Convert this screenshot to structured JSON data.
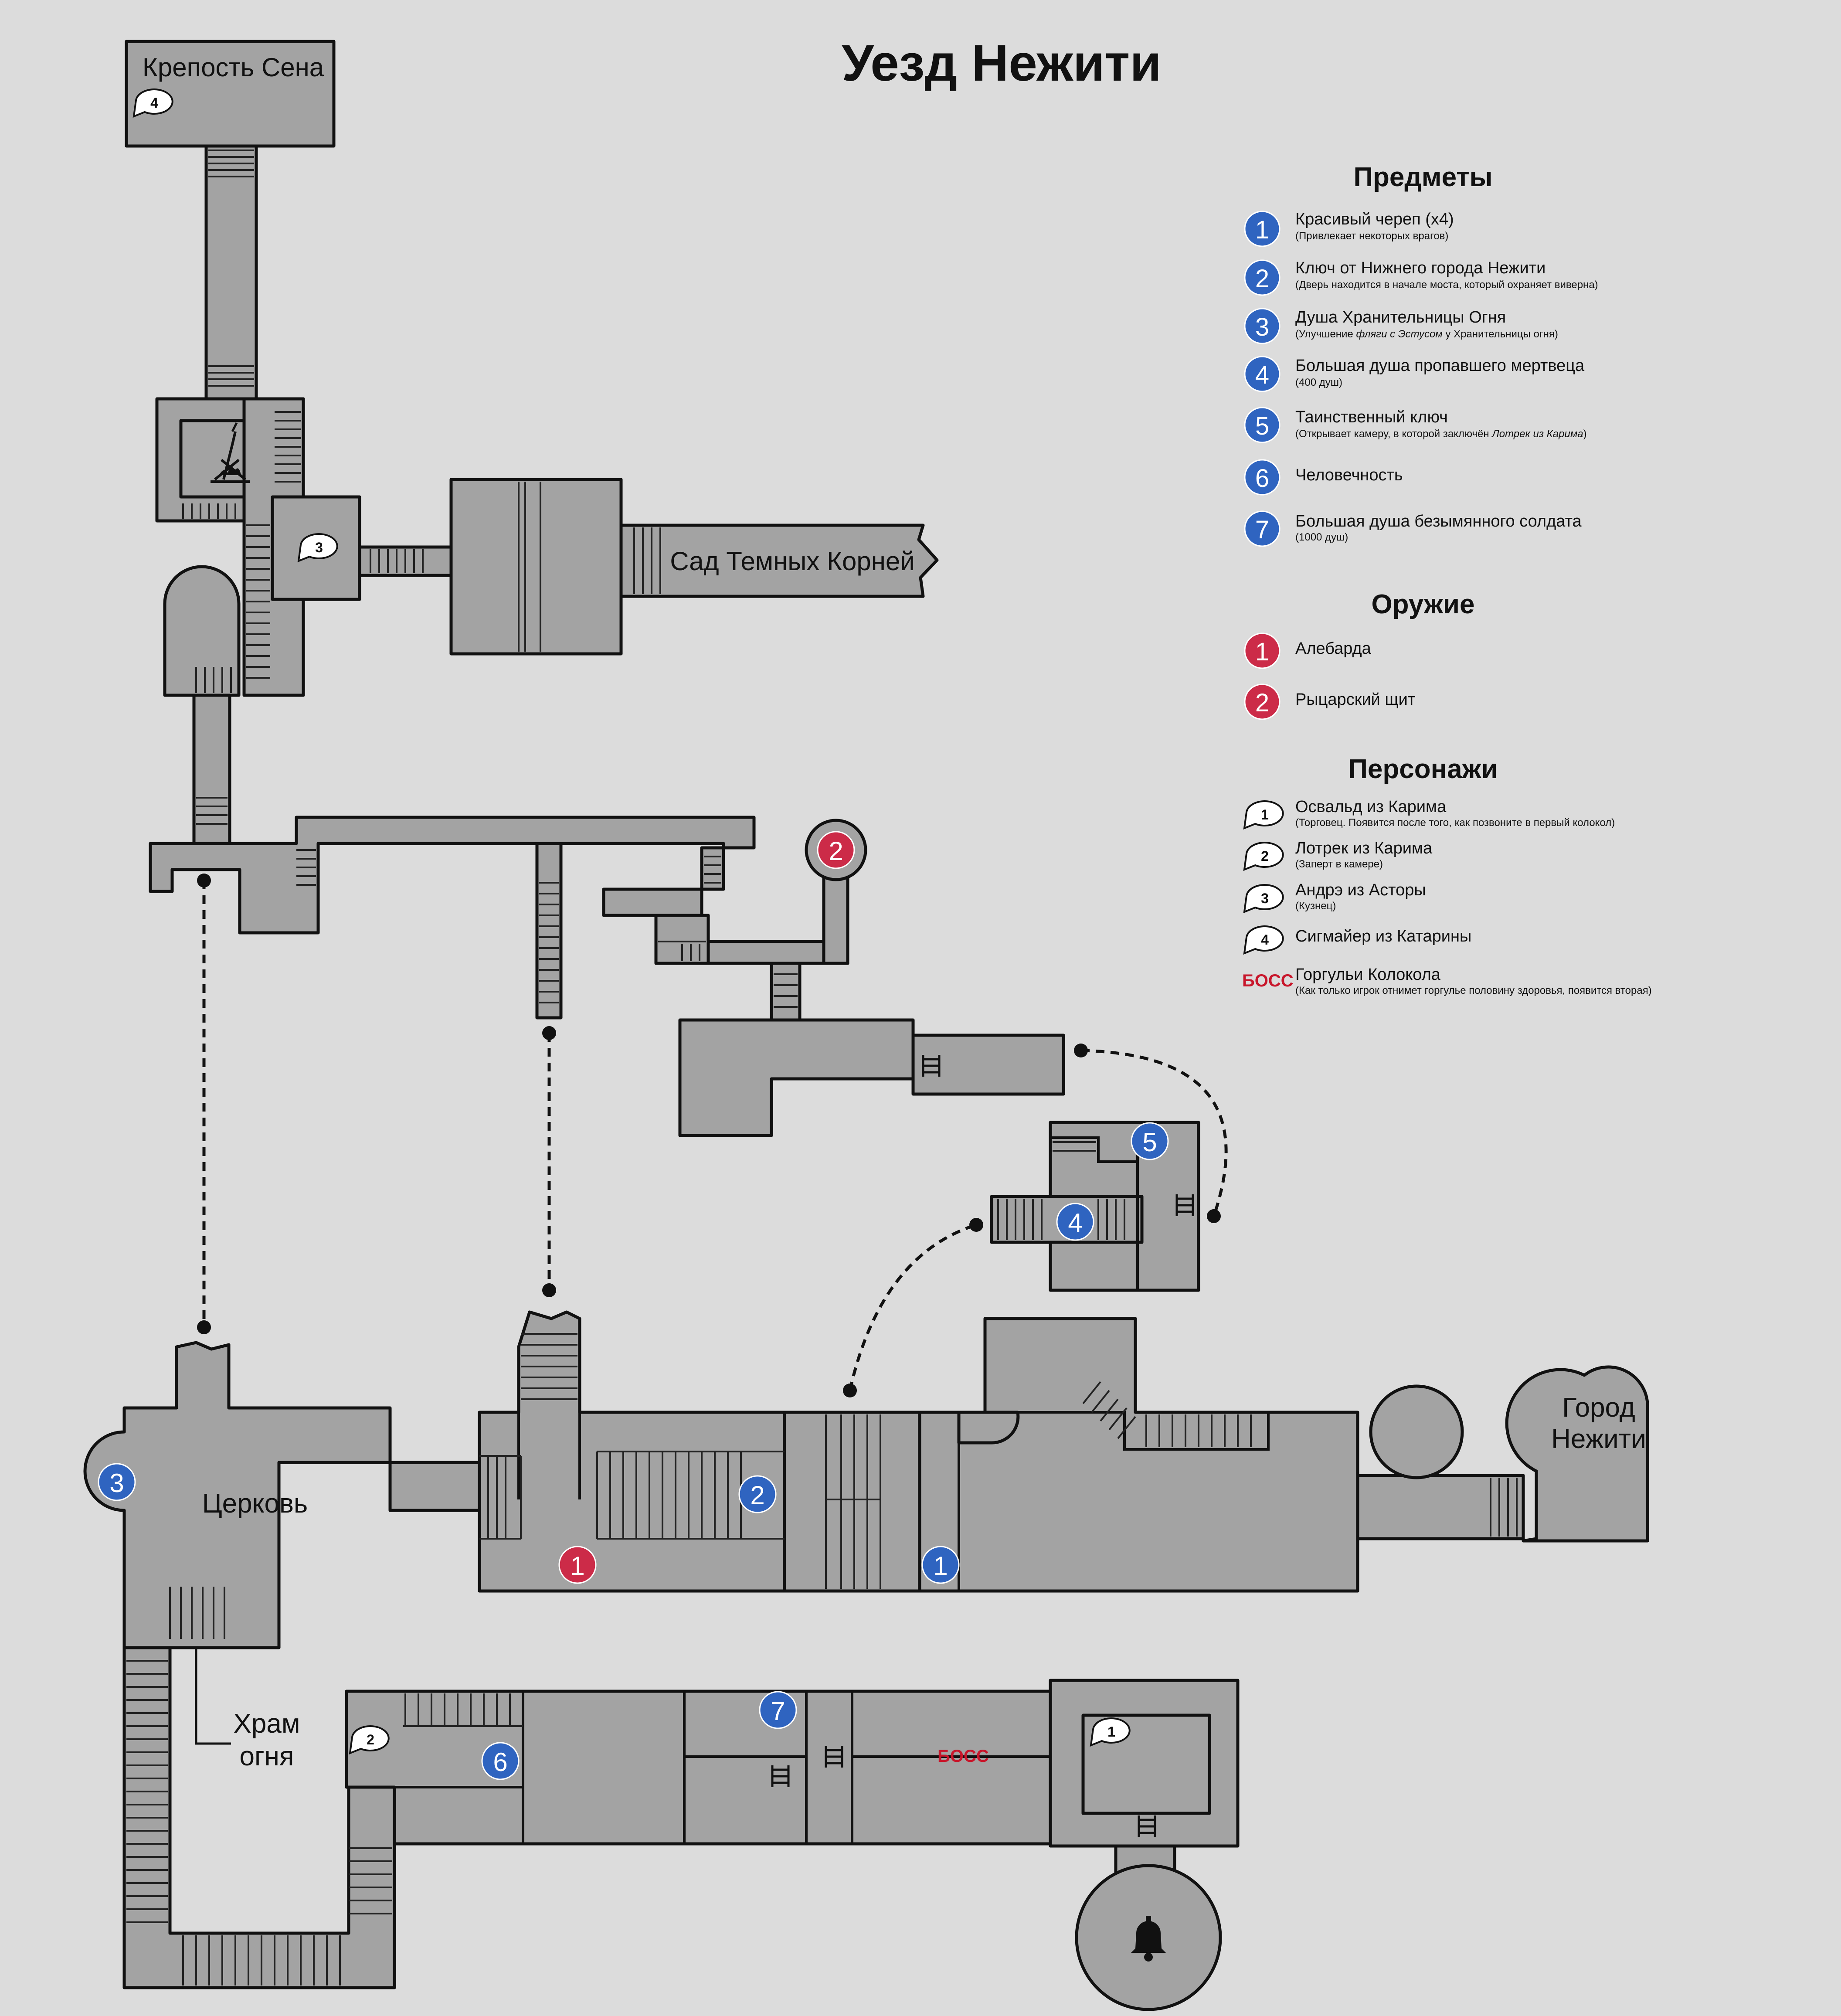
{
  "title": "Уезд Нежити",
  "places": {
    "sen_fortress": "Крепость Сена",
    "darkroot_garden": "Сад Темных Корней",
    "church": "Церковь",
    "firelink_line1": "Храм",
    "firelink_line2": "огня",
    "undead_town_line1": "Город",
    "undead_town_line2": "Нежити"
  },
  "legend": {
    "items_heading": "Предметы",
    "items": [
      {
        "num": "1",
        "name": "Красивый череп (x4)",
        "note": "(Привлекает некоторых врагов)"
      },
      {
        "num": "2",
        "name": "Ключ от Нижнего города Нежити",
        "note": "(Дверь находится в начале моста, который охраняет виверна)"
      },
      {
        "num": "3",
        "name": "Душа Хранительницы Огня",
        "note_before": "(Улучшение ",
        "note_italic": "фляги с Эстусом",
        "note_after": " у Хранительницы огня)"
      },
      {
        "num": "4",
        "name": "Большая душа пропавшего мертвеца",
        "note": "(400 душ)"
      },
      {
        "num": "5",
        "name": "Таинственный ключ",
        "note_before": "(Открывает камеру, в которой заключён ",
        "note_italic": "Лотрек из Карима",
        "note_after": ")"
      },
      {
        "num": "6",
        "name": "Человечность",
        "note": ""
      },
      {
        "num": "7",
        "name": "Большая душа безымянного солдата",
        "note": "(1000 душ)"
      }
    ],
    "weapons_heading": "Оружие",
    "weapons": [
      {
        "num": "1",
        "name": "Алебарда"
      },
      {
        "num": "2",
        "name": "Рыцарский щит"
      }
    ],
    "npcs_heading": "Персонажи",
    "npcs": [
      {
        "num": "1",
        "name": "Освальд из Карима",
        "note": "(Торговец. Появится после того, как позвоните в первый колокол)"
      },
      {
        "num": "2",
        "name": "Лотрек из Карима",
        "note": "(Заперт в камере)"
      },
      {
        "num": "3",
        "name": "Андрэ из Асторы",
        "note": "(Кузнец)"
      },
      {
        "num": "4",
        "name": "Сигмайер из Катарины",
        "note": ""
      }
    ],
    "boss_tag": "БОСС",
    "boss_name": "Горгульи Колокола",
    "boss_note": "(Как только игрок отнимет горгулье половину здоровья, появится вторая)"
  },
  "map_markers": {
    "items": [
      "1",
      "2",
      "3",
      "4",
      "5",
      "6",
      "7"
    ],
    "weapons": [
      "1",
      "2"
    ],
    "npcs": [
      "1",
      "2",
      "3",
      "4"
    ],
    "boss": "БОСС"
  },
  "colors": {
    "background": "#dcdcdc",
    "room_fill": "#a3a3a3",
    "outline": "#111111",
    "item_marker": "#2f64c0",
    "weapon_marker": "#cc2b48",
    "boss_text": "#c8162b"
  },
  "icons": [
    "bonfire-icon",
    "bell-icon",
    "ladder-icon",
    "speech-bubble-icon"
  ]
}
